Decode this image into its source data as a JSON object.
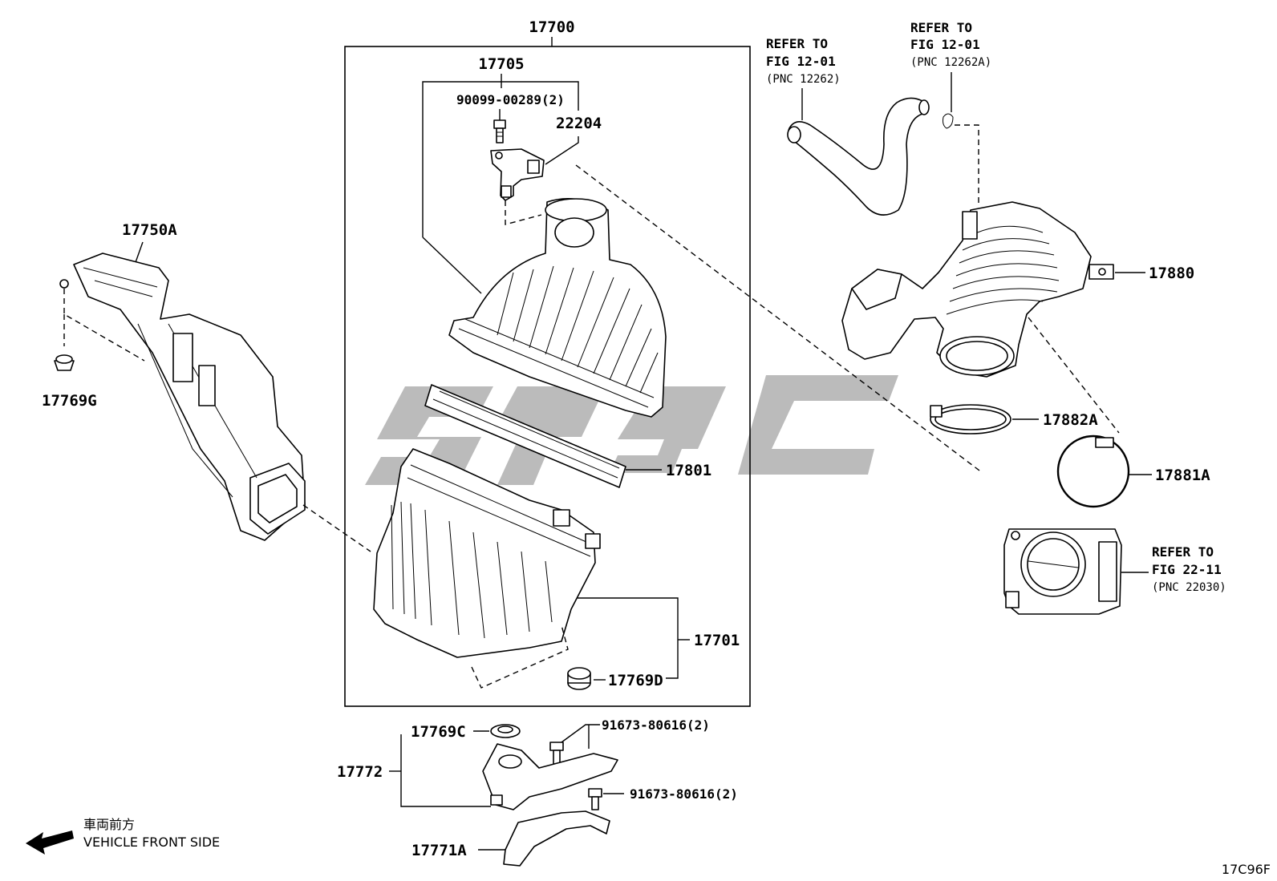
{
  "labels": {
    "main_assembly": "17700",
    "cap_subassembly": "17705",
    "screw": "90099-00289(2)",
    "airflow_sensor": "22204",
    "intake_duct": "17750A",
    "duct_clip": "17769G",
    "filter_element": "17801",
    "case": "17701",
    "case_grommet": "17769D",
    "bracket_grommet": "17769C",
    "bracket_bolt_upper": "91673-80616(2)",
    "bracket_bolt_lower": "91673-80616(2)",
    "bracket": "17772",
    "lower_bracket": "17771A",
    "air_hose": "17880",
    "hose_clamp_upper": "17882A",
    "hose_clamp_lower": "17881A",
    "drawing_code": "17C96F"
  },
  "references": {
    "ref_hose": {
      "line1": "REFER TO",
      "line2": "FIG 12-01",
      "line3": "(PNC 12262)"
    },
    "ref_clip": {
      "line1": "REFER TO",
      "line2": "FIG 12-01",
      "line3": "(PNC 12262A)"
    },
    "ref_throttle": {
      "line1": "REFER TO",
      "line2": "FIG 22-11",
      "line3": "(PNC 22030)"
    }
  },
  "direction": {
    "japanese": "車両前方",
    "english": "VEHICLE FRONT SIDE"
  },
  "icons": {
    "direction_arrow": "arrow-left-icon",
    "watermark": "logo-watermark"
  },
  "colors": {
    "line": "#000000",
    "background": "#ffffff",
    "watermark": "#b4b4b4"
  }
}
